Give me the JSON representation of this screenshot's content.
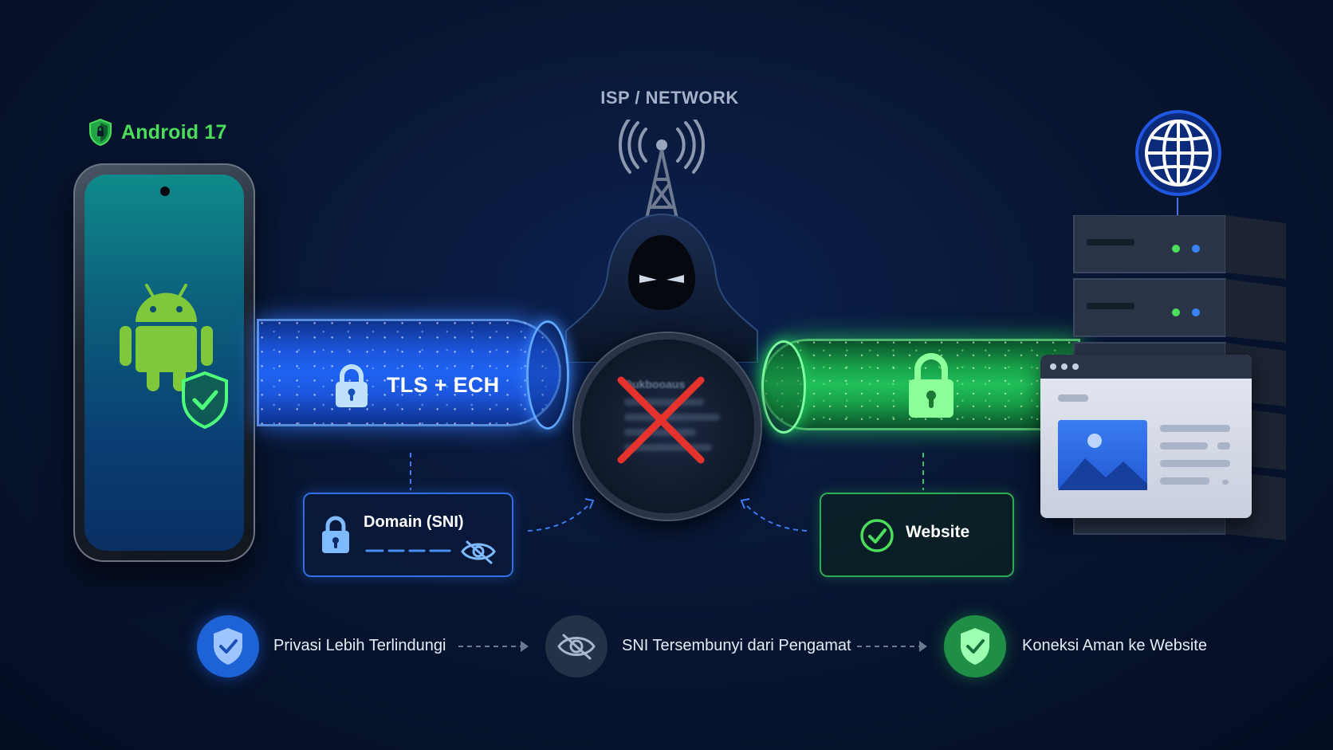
{
  "android_badge": {
    "label": "Android 17"
  },
  "network": {
    "label": "ISP / NETWORK"
  },
  "tunnel": {
    "label": "TLS + ECH"
  },
  "inspector": {
    "blurred_text": "Dukbooaus"
  },
  "domain_card": {
    "label": "Domain (SNI)"
  },
  "website_card": {
    "label": "Website"
  },
  "benefits": [
    {
      "icon": "shield-check-icon",
      "label": "Privasi Lebih Terlindungi",
      "color": "#1e63d6"
    },
    {
      "icon": "eye-off-icon",
      "label": "SNI Tersembunyi dari Pengamat",
      "color": "#243247"
    },
    {
      "icon": "shield-check-icon",
      "label": "Koneksi Aman ke Website",
      "color": "#1f8f47"
    }
  ],
  "colors": {
    "android_green": "#4ade5a",
    "tunnel_blue": "#1f63f2",
    "tunnel_green": "#20c05a",
    "blocked_red": "#e5322d",
    "background": "#081633"
  }
}
